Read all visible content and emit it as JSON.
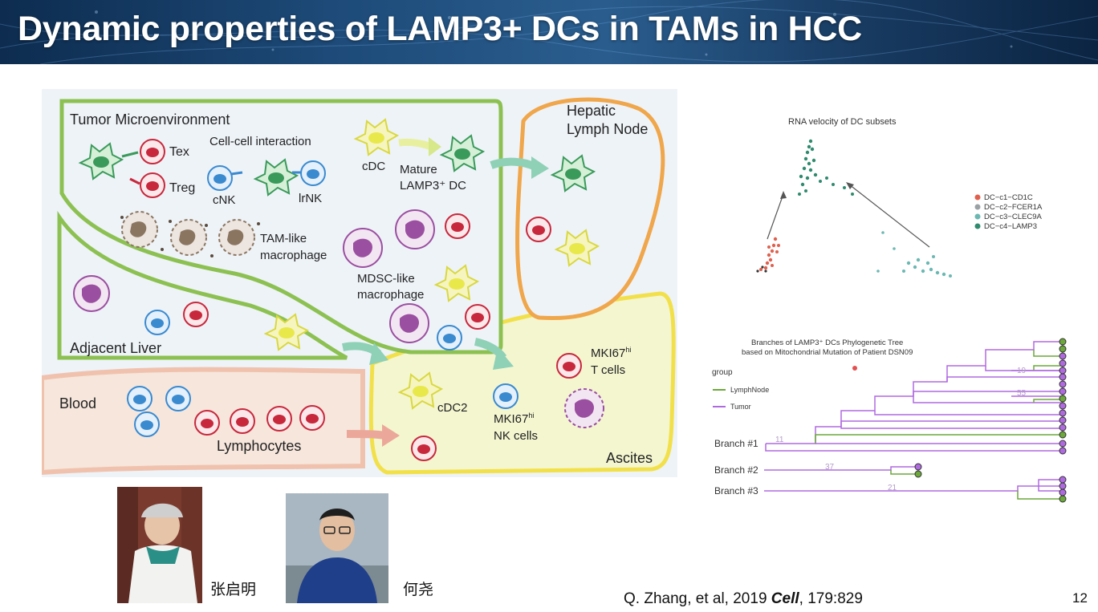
{
  "slide": {
    "title": "Dynamic properties of LAMP3+ DCs in TAMs in HCC",
    "page_number": "12"
  },
  "citation": {
    "prefix": "Q. Zhang, et al, 2019 ",
    "journal": "Cell",
    "suffix": ", 179:829"
  },
  "people": [
    {
      "name": "张启明"
    },
    {
      "name": "何尧"
    }
  ],
  "schematic": {
    "regions": {
      "tumor": "Tumor Microenvironment",
      "lymph_node_line1": "Hepatic",
      "lymph_node_line2": "Lymph Node",
      "adjacent_liver": "Adjacent Liver",
      "blood": "Blood",
      "ascites": "Ascites"
    },
    "labels": {
      "tex": "Tex",
      "treg": "Treg",
      "cell_cell": "Cell-cell interaction",
      "cnk": "cNK",
      "lrnk": "lrNK",
      "cdc": "cDC",
      "mature_line1": "Mature",
      "mature_line2": "LAMP3⁺ DC",
      "tam_line1": "TAM-like",
      "tam_line2": "macrophage",
      "mdsc_line1": "MDSC-like",
      "mdsc_line2": "macrophage",
      "mki67_t_line1": "MKI67",
      "mki67_t_sup": "hi",
      "mki67_t_line2": "T cells",
      "cdc2": "cDC2",
      "mki67_nk_line1": "MKI67",
      "mki67_nk_sup": "hi",
      "mki67_nk_line2": "NK cells",
      "lymphocytes": "Lymphocytes"
    },
    "colors": {
      "tumor_border": "#8cc152",
      "lymph_border": "#f0a64a",
      "ascites_border": "#f2e04a",
      "blood_border": "#f0c2ae",
      "dc_green": "#3a9a5a",
      "dc_yellow": "#e9e84a",
      "t_cell_red": "#c8283c",
      "nk_blue": "#3a8ad0",
      "macrophage_purple": "#9b4fa0",
      "tam_brown": "#8a7560"
    }
  },
  "velocity": {
    "title": "RNA velocity of DC subsets",
    "legend": [
      {
        "label": "DC−c1−CD1C",
        "color": "#e0604e"
      },
      {
        "label": "DC−c2−FCER1A",
        "color": "#9aa0a4"
      },
      {
        "label": "DC−c3−CLEC9A",
        "color": "#6bb8b2"
      },
      {
        "label": "DC−c4−LAMP3",
        "color": "#2f8a6e"
      }
    ]
  },
  "phylo": {
    "title_line1": "Branches of LAMP3⁺ DCs Phylogenetic Tree",
    "title_line2": "based on Mitochondrial Mutation of Patient DSN09",
    "group_label": "group",
    "legend": [
      {
        "label": "LymphNode",
        "color": "#6ca83a"
      },
      {
        "label": "Tumor",
        "color": "#b06ae0"
      }
    ],
    "branches": [
      "Branch #1",
      "Branch #2",
      "Branch #3"
    ],
    "numbers": [
      "19",
      "55",
      "11",
      "37",
      "21"
    ]
  }
}
